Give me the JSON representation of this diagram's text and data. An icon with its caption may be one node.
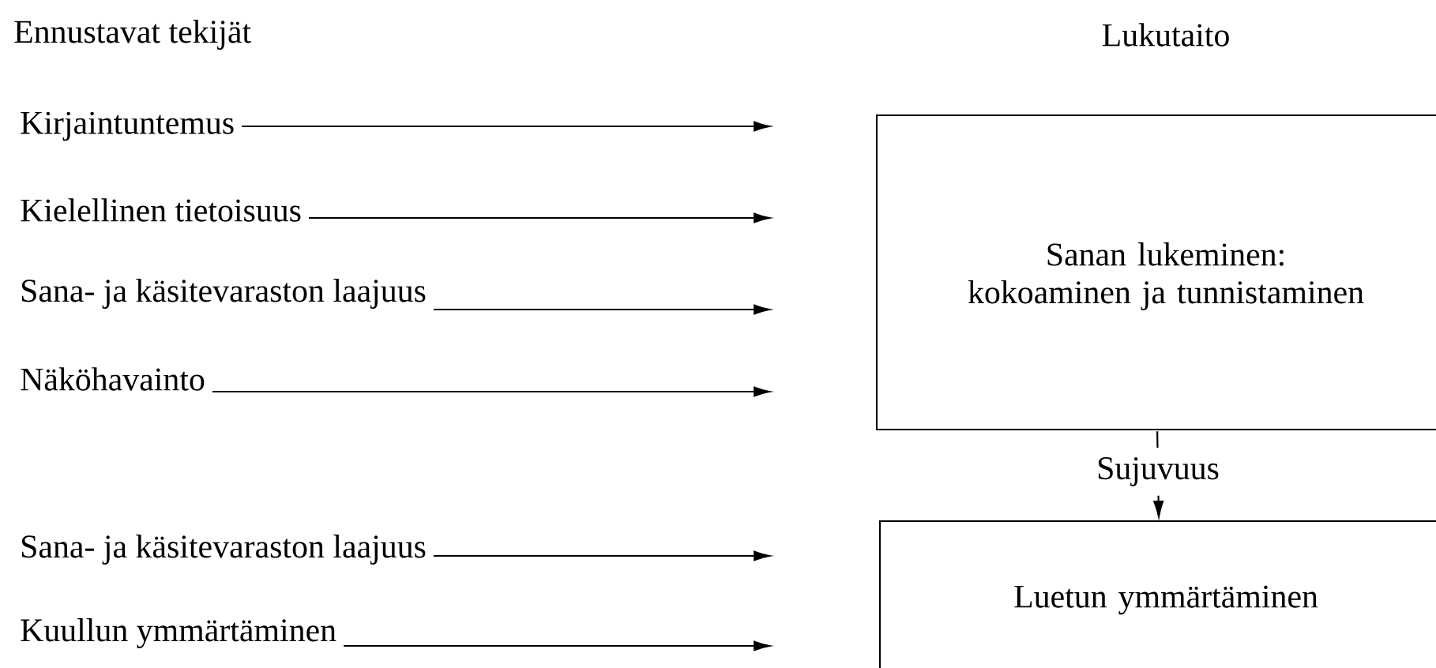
{
  "diagram": {
    "nodes": [
      {
        "text": [
          "Kirjaintuntemus"
        ]
      },
      {
        "text": [
          "Kielellinen tietoisuus"
        ]
      },
      {
        "text": [
          "Sana- ja käsitevaraston laajuus"
        ]
      },
      {
        "text": [
          "Näköhavainto"
        ]
      },
      {
        "text": [
          "Sana- ja käsitevaraston laajuus"
        ]
      },
      {
        "text": [
          "Kuullun ymmärtäminen"
        ]
      },
      {
        "text": [
          "Sanan lukeminen: kokoaminen ja tunnistaminen"
        ]
      },
      {
        "text": [
          "Luetun ymmärtäminen"
        ]
      }
    ],
    "edges": [
      {
        "from": 0,
        "to": null,
        "arrow": "to"
      },
      {
        "from": 1,
        "to": null,
        "arrow": "to"
      },
      {
        "from": 2,
        "to": null,
        "arrow": "to"
      },
      {
        "from": 3,
        "to": null,
        "arrow": "to"
      },
      {
        "from": 4,
        "to": null,
        "arrow": "to"
      },
      {
        "from": 5,
        "to": null,
        "arrow": "to"
      },
      {
        "from": 6,
        "to": 7,
        "arrow": "to",
        "label": "Sujuvuus"
      }
    ],
    "labels": [
      "Ennustavat tekijät",
      "Lukutaito"
    ]
  }
}
